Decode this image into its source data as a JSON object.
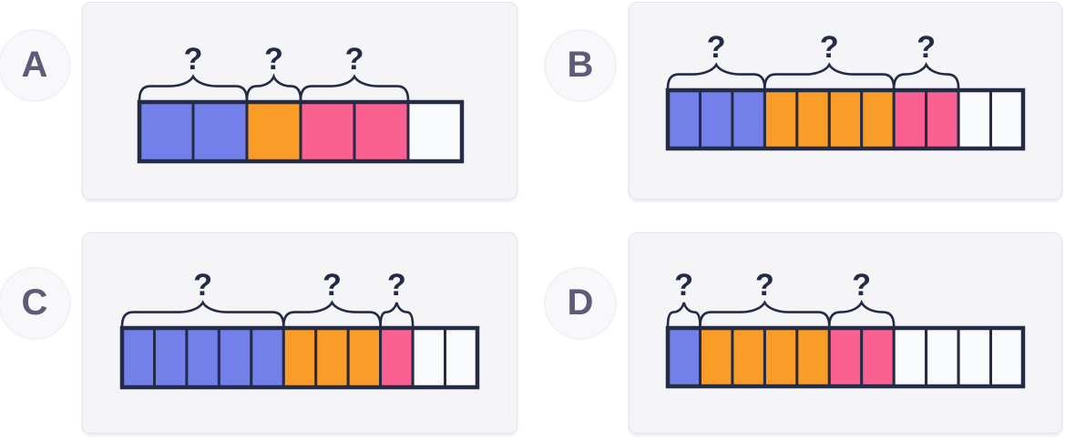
{
  "diagram_type": "tape-diagram-multiple-choice",
  "colors": {
    "blue": "#7380e9",
    "orange": "#f99d28",
    "pink": "#fb6190",
    "empty": "#fafbfd",
    "cell_border": "#232b45",
    "brace": "#232b45",
    "question_mark": "#232b45",
    "card_bg": "#f5f5f8",
    "card_border": "#e4e4f0",
    "badge_bg": "#f8f8fb",
    "badge_text": "#5c5c78"
  },
  "panels": [
    {
      "label": "A",
      "cells": [
        "blue",
        "blue",
        "orange",
        "pink",
        "pink",
        "empty"
      ],
      "braces": [
        {
          "from": 0,
          "to": 2,
          "label": "?"
        },
        {
          "from": 2,
          "to": 3,
          "label": "?"
        },
        {
          "from": 3,
          "to": 5,
          "label": "?"
        }
      ]
    },
    {
      "label": "B",
      "cells": [
        "blue",
        "blue",
        "blue",
        "orange",
        "orange",
        "orange",
        "orange",
        "pink",
        "pink",
        "empty",
        "empty"
      ],
      "braces": [
        {
          "from": 0,
          "to": 3,
          "label": "?"
        },
        {
          "from": 3,
          "to": 7,
          "label": "?"
        },
        {
          "from": 7,
          "to": 9,
          "label": "?"
        }
      ]
    },
    {
      "label": "C",
      "cells": [
        "blue",
        "blue",
        "blue",
        "blue",
        "blue",
        "orange",
        "orange",
        "orange",
        "pink",
        "empty",
        "empty"
      ],
      "braces": [
        {
          "from": 0,
          "to": 5,
          "label": "?"
        },
        {
          "from": 5,
          "to": 8,
          "label": "?"
        },
        {
          "from": 8,
          "to": 9,
          "label": "?"
        }
      ]
    },
    {
      "label": "D",
      "cells": [
        "blue",
        "orange",
        "orange",
        "orange",
        "orange",
        "pink",
        "pink",
        "empty",
        "empty",
        "empty",
        "empty"
      ],
      "braces": [
        {
          "from": 0,
          "to": 1,
          "label": "?"
        },
        {
          "from": 1,
          "to": 5,
          "label": "?"
        },
        {
          "from": 5,
          "to": 7,
          "label": "?"
        }
      ]
    }
  ]
}
